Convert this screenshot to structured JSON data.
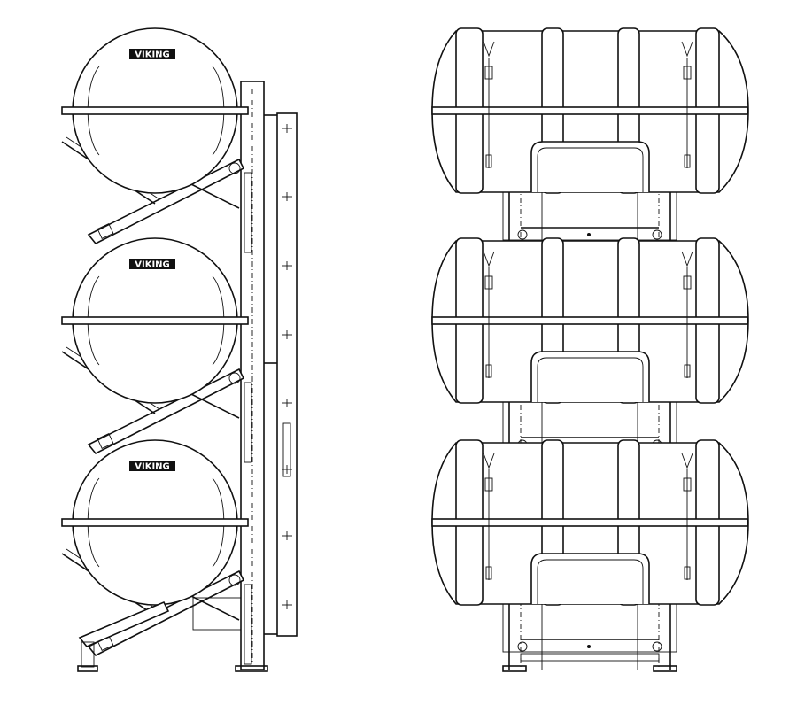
{
  "drawing": {
    "views": [
      "side-view",
      "front-view"
    ],
    "liferaft_logo": "VIKING",
    "tiers": 3,
    "line_color": "#111111",
    "background": "#ffffff"
  }
}
